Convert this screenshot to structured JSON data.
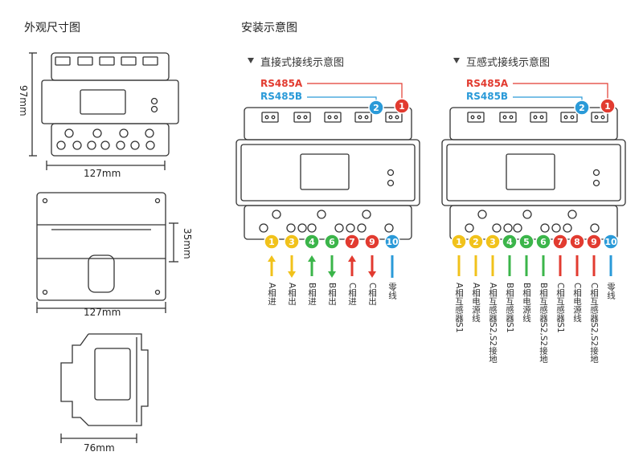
{
  "titles": {
    "appearance": "外观尺寸图",
    "install": "安装示意图",
    "direct": "直接式接线示意图",
    "ct": "互感式接线示意图"
  },
  "dimensions": {
    "height_front": "97mm",
    "width_front": "127mm",
    "depth_top": "35mm",
    "width_top": "127mm",
    "width_side": "76mm"
  },
  "rs485": {
    "a": "RS485A",
    "b": "RS485B",
    "pin_b": "2",
    "pin_a": "1"
  },
  "colors": {
    "yellow": "#f1c21b",
    "green": "#3bb54a",
    "red": "#e23b30",
    "blue": "#2a9ad8",
    "gray": "#444444"
  },
  "direct_terminals": [
    {
      "num": "1",
      "color": "yellow",
      "arrow": "up",
      "label": "A相进"
    },
    {
      "num": "3",
      "color": "yellow",
      "arrow": "down",
      "label": "A相出"
    },
    {
      "num": "4",
      "color": "green",
      "arrow": "up",
      "label": "B相进"
    },
    {
      "num": "6",
      "color": "green",
      "arrow": "down",
      "label": "B相出"
    },
    {
      "num": "7",
      "color": "red",
      "arrow": "up",
      "label": "C相进"
    },
    {
      "num": "9",
      "color": "red",
      "arrow": "down",
      "label": "C相出"
    },
    {
      "num": "10",
      "color": "blue",
      "arrow": "bar",
      "label": "零线"
    }
  ],
  "ct_terminals": [
    {
      "num": "1",
      "color": "yellow",
      "label": "A相互感器S1"
    },
    {
      "num": "2",
      "color": "yellow",
      "label": "A相电源线"
    },
    {
      "num": "3",
      "color": "yellow",
      "label": "A相互感器S2,S2接地"
    },
    {
      "num": "4",
      "color": "green",
      "label": "B相互感器S1"
    },
    {
      "num": "5",
      "color": "green",
      "label": "B相电源线"
    },
    {
      "num": "6",
      "color": "green",
      "label": "B相互感器S2,S2接地"
    },
    {
      "num": "7",
      "color": "red",
      "label": "C相互感器S1"
    },
    {
      "num": "8",
      "color": "red",
      "label": "C相电源线"
    },
    {
      "num": "9",
      "color": "red",
      "label": "C相互感器S2,S2接地"
    },
    {
      "num": "10",
      "color": "blue",
      "label": "零线"
    }
  ]
}
